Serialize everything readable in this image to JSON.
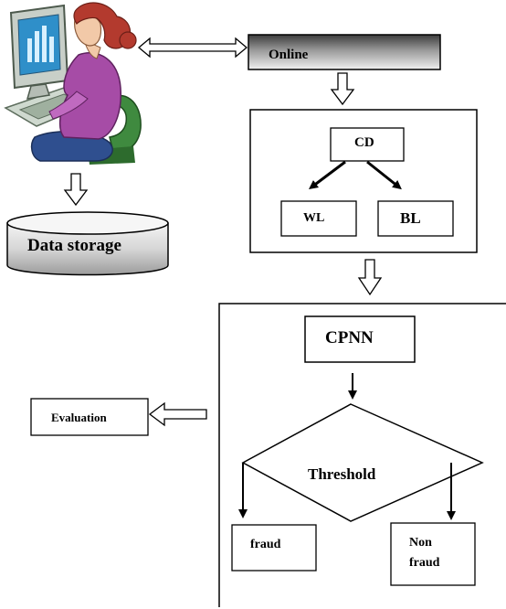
{
  "diagram": {
    "online": "Online",
    "cd": "CD",
    "wl": "WL",
    "bl": "BL",
    "data_storage": "Data storage",
    "cpnn": "CPNN",
    "evaluation": "Evaluation",
    "threshold": "Threshold",
    "fraud": "fraud",
    "non_fraud_line1": "Non",
    "non_fraud_line2": "fraud"
  },
  "colors": {
    "online_gradient_top": "#4a4a4a",
    "online_gradient_bottom": "#e8e8e8",
    "storage_fill": "#d9d9d9",
    "user_sleeve": "#a64ca6",
    "user_hair": "#b33a2e",
    "monitor_screen": "#2f8fc9"
  },
  "icons": {
    "user_at_computer": "person-at-computer-icon"
  }
}
